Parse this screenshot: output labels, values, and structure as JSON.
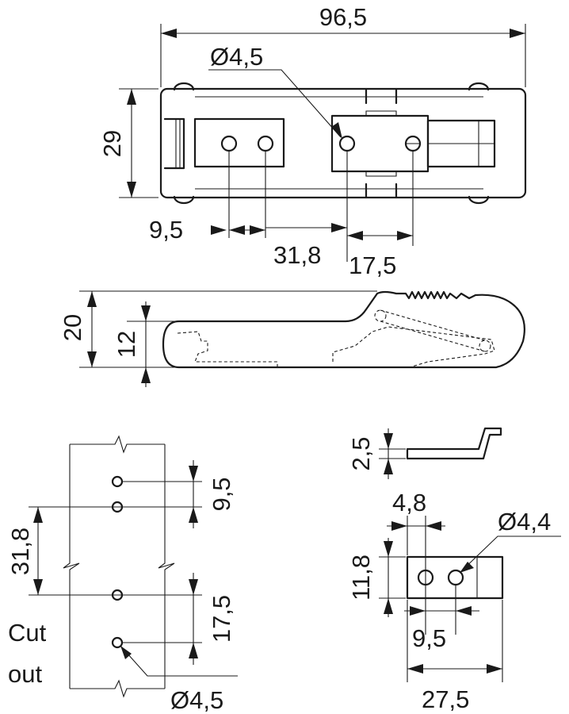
{
  "top_view": {
    "overall_length": "96,5",
    "height": "29",
    "hole_diameter": "Ø4,5",
    "hole_spacing": "9,5",
    "hole_offset": "31,8",
    "slot_offset": "17,5"
  },
  "side_view": {
    "total_height": "20",
    "body_height": "12"
  },
  "cutout_view": {
    "spacing_top": "9,5",
    "spacing_mid": "31,8",
    "spacing_bottom": "17,5",
    "hole_diameter": "Ø4,5",
    "label_line1": "Cut",
    "label_line2": "out"
  },
  "keeper_view": {
    "thickness": "2,5",
    "edge_offset": "4,8",
    "hole_diameter": "Ø4,4",
    "height": "11,8",
    "hole_spacing": "9,5",
    "length": "27,5"
  }
}
